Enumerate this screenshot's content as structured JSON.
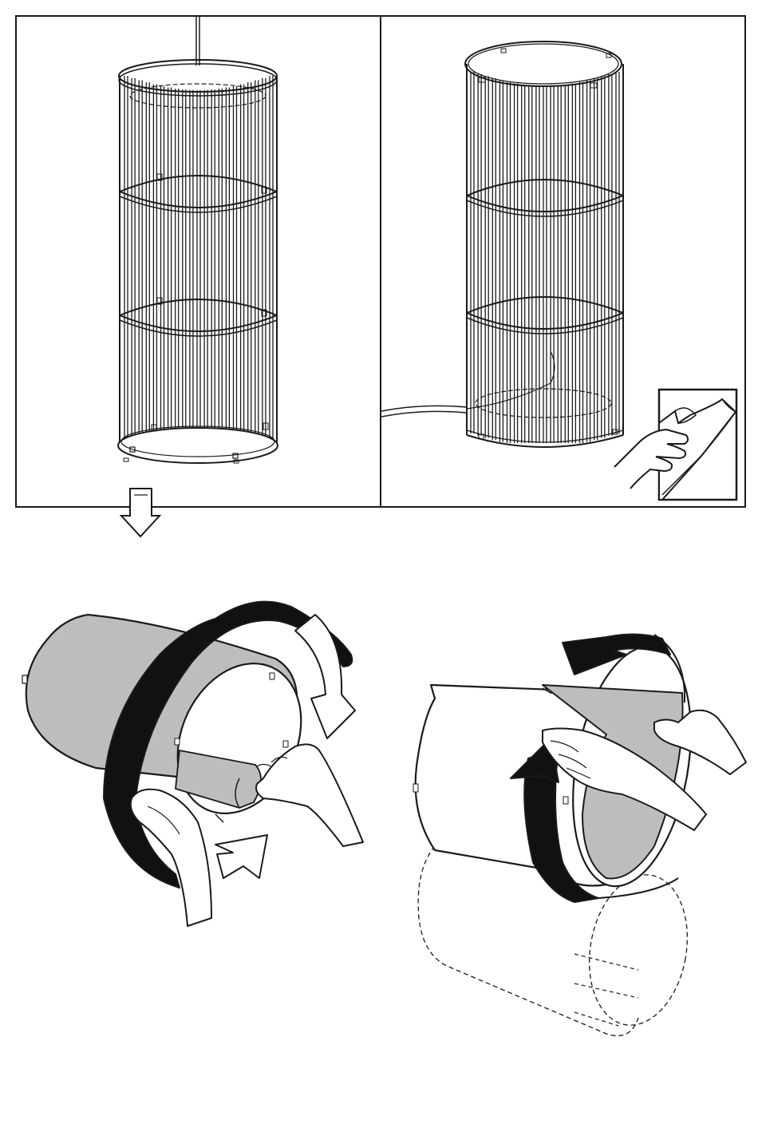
{
  "document": {
    "type": "assembly-instruction-page",
    "panels": [
      {
        "id": "pendant-cage",
        "icon": "pendant-lamp-cage-illustration"
      },
      {
        "id": "floor-cage",
        "icon": "floor-lamp-cage-illustration"
      }
    ],
    "hint_icon": "peel-protective-film-icon",
    "step_arrow_icon": "down-arrow-icon",
    "steps": [
      {
        "id": "wrap-shade",
        "icon": "wrap-shade-into-cage-illustration"
      },
      {
        "id": "insert-shade",
        "icon": "insert-shade-into-cylinder-illustration"
      }
    ],
    "colors": {
      "line": "#1a1a1a",
      "shade_fill": "#bdbdbd",
      "band": "#111111",
      "background": "#ffffff"
    }
  }
}
